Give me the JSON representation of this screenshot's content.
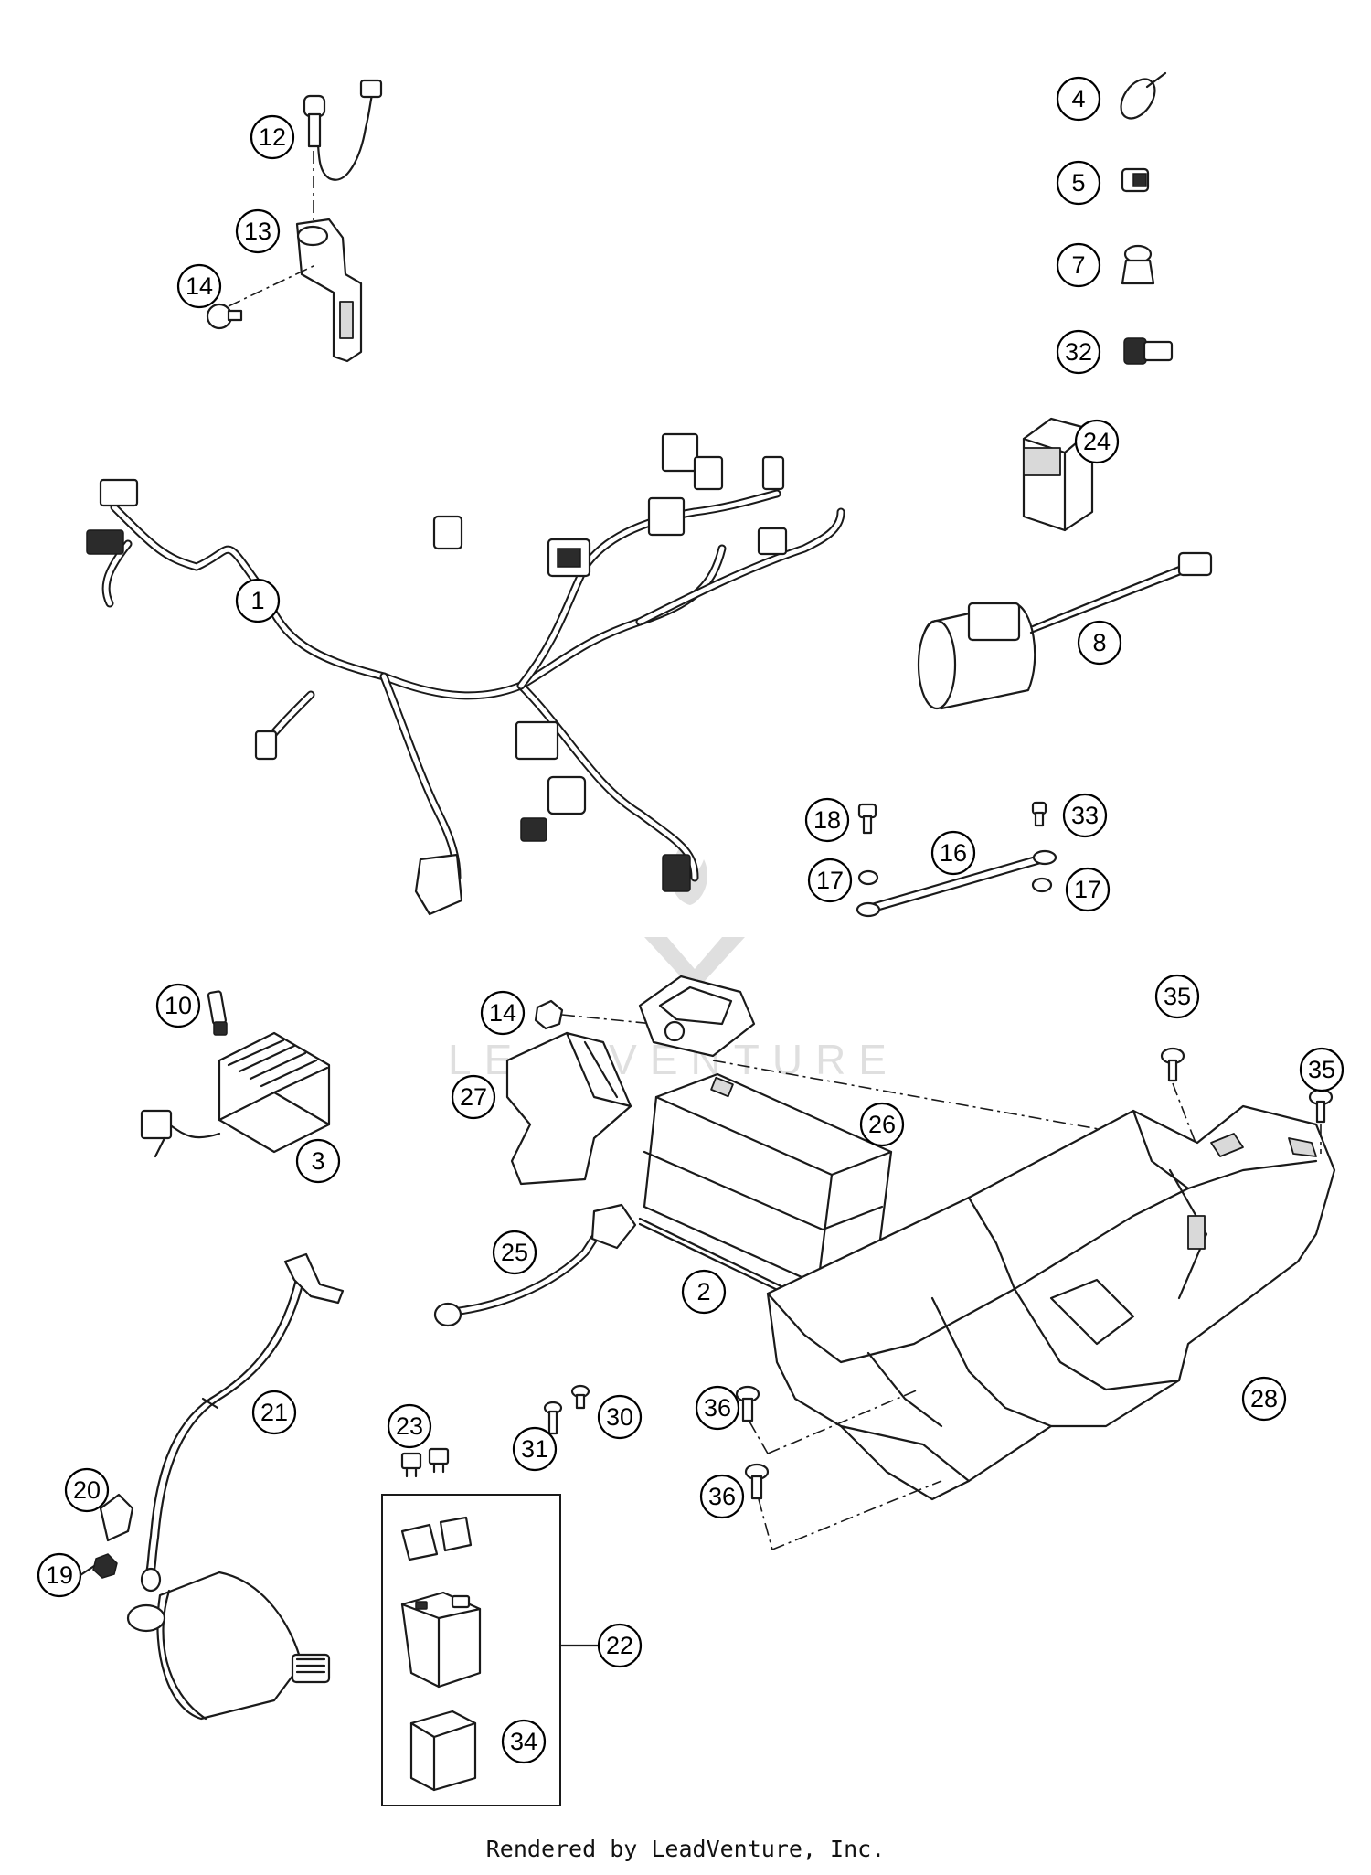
{
  "diagram": {
    "callouts": [
      {
        "id": "c12",
        "label": "12"
      },
      {
        "id": "c13",
        "label": "13"
      },
      {
        "id": "c14a",
        "label": "14"
      },
      {
        "id": "c4",
        "label": "4"
      },
      {
        "id": "c5",
        "label": "5"
      },
      {
        "id": "c7",
        "label": "7"
      },
      {
        "id": "c32",
        "label": "32"
      },
      {
        "id": "c24",
        "label": "24"
      },
      {
        "id": "c1",
        "label": "1"
      },
      {
        "id": "c8",
        "label": "8"
      },
      {
        "id": "c18",
        "label": "18"
      },
      {
        "id": "c33",
        "label": "33"
      },
      {
        "id": "c16",
        "label": "16"
      },
      {
        "id": "c17a",
        "label": "17"
      },
      {
        "id": "c17b",
        "label": "17"
      },
      {
        "id": "c10",
        "label": "10"
      },
      {
        "id": "c14b",
        "label": "14"
      },
      {
        "id": "c35a",
        "label": "35"
      },
      {
        "id": "c35b",
        "label": "35"
      },
      {
        "id": "c27",
        "label": "27"
      },
      {
        "id": "c26",
        "label": "26"
      },
      {
        "id": "c3",
        "label": "3"
      },
      {
        "id": "c25",
        "label": "25"
      },
      {
        "id": "c2",
        "label": "2"
      },
      {
        "id": "c36a",
        "label": "36"
      },
      {
        "id": "c28",
        "label": "28"
      },
      {
        "id": "c21",
        "label": "21"
      },
      {
        "id": "c23",
        "label": "23"
      },
      {
        "id": "c30",
        "label": "30"
      },
      {
        "id": "c31",
        "label": "31"
      },
      {
        "id": "c36b",
        "label": "36"
      },
      {
        "id": "c20",
        "label": "20"
      },
      {
        "id": "c19",
        "label": "19"
      },
      {
        "id": "c22",
        "label": "22"
      },
      {
        "id": "c34",
        "label": "34"
      }
    ],
    "watermark": "LEADVENTURE",
    "credit": "Rendered by LeadVenture, Inc."
  }
}
